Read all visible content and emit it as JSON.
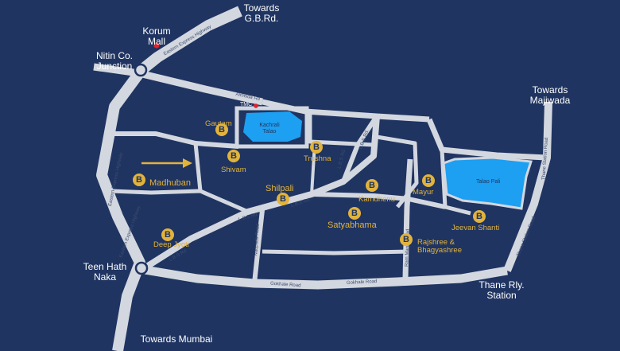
{
  "colors": {
    "background": "#1f3461",
    "road": "#d3d7df",
    "water": "#1d9ff2",
    "marker_gold": "#e2b33c",
    "landmark_red": "#e3222e"
  },
  "directions": {
    "gb_rd": "Towards\nG.B.Rd.",
    "majiwada": "Towards\nMajiwada",
    "mumbai": "Towards Mumbai"
  },
  "junctions": {
    "korum_mall": "Korum\nMall",
    "nitin": "Nitin Co.\nJunction",
    "teen_hath": "Teen Hath\nNaka",
    "thane_station": "Thane Rly.\nStation",
    "tmc": "TMC"
  },
  "water_bodies": {
    "kachrali": "Kachrali\nTalao",
    "talao_pali": "Talao Pali"
  },
  "roads": {
    "eeh_top": "Eastern Express Highway",
    "eeh_mid": "Eastern Express Highway",
    "eeh_low": "Eastern Express Highway",
    "lbs_a": "L.B.S Rd.",
    "lbs_b": "L.B.S Rd.",
    "lbs_c": "L.B.S Rd.",
    "lbs_d": "L.B.S Rd.",
    "lbs_e": "L.B.S Rd.",
    "naupada": "Naupada Road",
    "gokhale_a": "Gokhale Road",
    "gokhale_b": "Gokhale Road",
    "thane_station_a": "Thane Station Road",
    "thane_station_b": "Thane Station Road",
    "ram_maruti": "Ram Maruti Road",
    "almeida": "Almeida Rd"
  },
  "projects": {
    "gautam": "Gautam",
    "shivam": "Shivam",
    "madhuban": "Madhuban",
    "shilpali": "Shilpali",
    "deep_jyoti": "Deep Jyoti",
    "trushna": "Trushna",
    "kamdhenu": "Kamdhenu",
    "mayur": "Mayur",
    "satyabhama": "Satyabhama",
    "jeevan_shanti": "Jeevan Shanti",
    "rajshree": "Rajshree &\nBhagyashree"
  },
  "markers": {
    "glyph": "B"
  }
}
